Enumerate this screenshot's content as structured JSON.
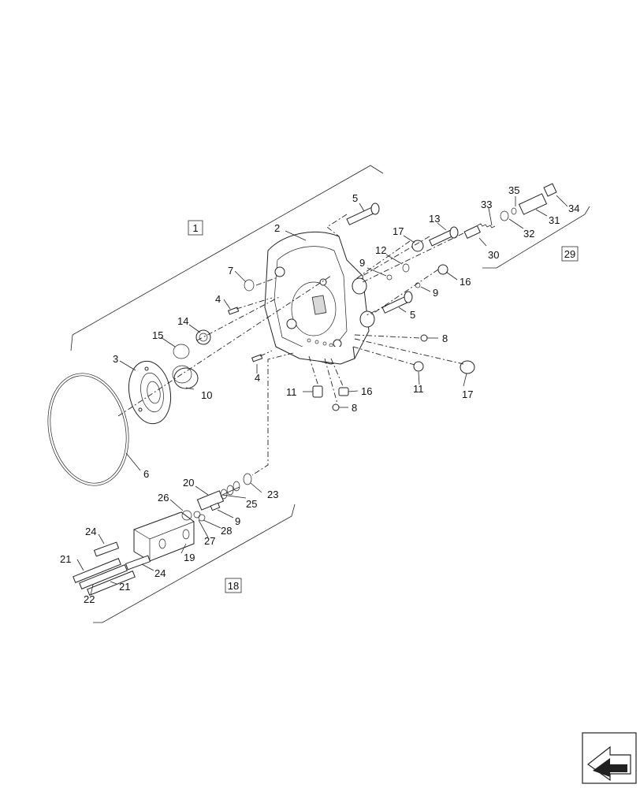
{
  "group_refs": {
    "housing": "1",
    "relief_valve": "29",
    "valve_block": "18"
  },
  "callouts": {
    "c2": "2",
    "c3": "3",
    "c4a": "4",
    "c4b": "4",
    "c5a": "5",
    "c5b": "5",
    "c6": "6",
    "c7": "7",
    "c8a": "8",
    "c8b": "8",
    "c9a": "9",
    "c9b": "9",
    "c9c": "9",
    "c10": "10",
    "c11a": "11",
    "c11b": "11",
    "c12": "12",
    "c13": "13",
    "c14": "14",
    "c15": "15",
    "c16a": "16",
    "c16b": "16",
    "c17a": "17",
    "c17b": "17",
    "c19": "19",
    "c20": "20",
    "c21a": "21",
    "c21b": "21",
    "c22": "22",
    "c23": "23",
    "c24a": "24",
    "c24b": "24",
    "c25": "25",
    "c26": "26",
    "c27": "27",
    "c28": "28",
    "c30": "30",
    "c31": "31",
    "c32": "32",
    "c33": "33",
    "c34": "34",
    "c35": "35"
  },
  "icons": {
    "corner": "page-navigation-arrow-icon"
  }
}
